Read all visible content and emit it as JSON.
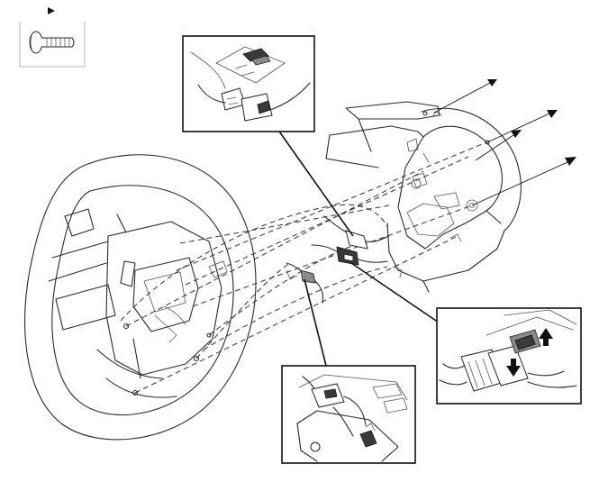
{
  "figure": {
    "legend_icon": "screw-icon",
    "detail_views": [
      "horn-connector-detail",
      "clockspring-connector-detail",
      "airbag-connector-release-detail"
    ],
    "callout_count": 4
  }
}
